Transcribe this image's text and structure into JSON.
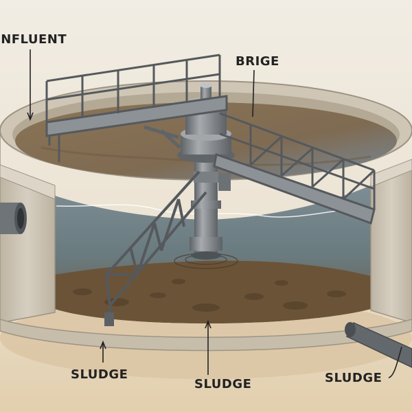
{
  "labels": {
    "influent": "INFLUENT",
    "bridge": "BRIGE",
    "sludge_left": "SLUDGE",
    "sludge_mid": "SLUDGE",
    "sludge_right": "SLUDGE"
  },
  "colors": {
    "background": "#e9dcc4",
    "concrete": "#cfc6b6",
    "concrete_shadow": "#a99f8e",
    "water_surface": "#7e6b50",
    "water_body": "#6f8088",
    "sludge": "#6b5338",
    "steel": "#8d9296",
    "steel_dark": "#5f6468"
  }
}
